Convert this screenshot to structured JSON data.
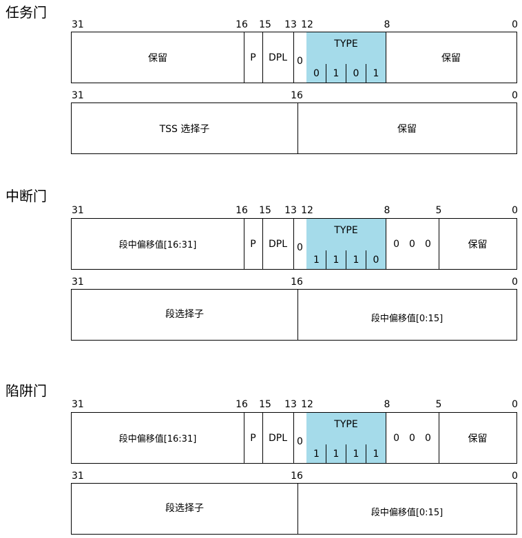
{
  "task_gate": {
    "title": "任务门",
    "high": {
      "bits": [
        "31",
        "16",
        "15",
        "13",
        "12",
        "8",
        "0"
      ],
      "fields": {
        "reserved_left": "保留",
        "p": "P",
        "dpl": "DPL",
        "zero": "0",
        "type_label": "TYPE",
        "reserved_right": "保留"
      },
      "type_bits": [
        "0",
        "1",
        "0",
        "1"
      ]
    },
    "low": {
      "bits": [
        "31",
        "16",
        "0"
      ],
      "fields": {
        "selector": "TSS 选择子",
        "reserved": "保留"
      }
    }
  },
  "interrupt_gate": {
    "title": "中断门",
    "high": {
      "bits": [
        "31",
        "16",
        "15",
        "13",
        "12",
        "8",
        "5",
        "0"
      ],
      "fields": {
        "offset_high": "段中偏移值[16:31]",
        "p": "P",
        "dpl": "DPL",
        "zero": "0",
        "type_label": "TYPE",
        "zeros": [
          "0",
          "0",
          "0"
        ],
        "reserved": "保留"
      },
      "type_bits": [
        "1",
        "1",
        "1",
        "0"
      ]
    },
    "low": {
      "bits": [
        "31",
        "16",
        "0"
      ],
      "fields": {
        "selector": "段选择子",
        "offset_low": "段中偏移值[0:15]"
      }
    }
  },
  "trap_gate": {
    "title": "陷阱门",
    "high": {
      "bits": [
        "31",
        "16",
        "15",
        "13",
        "12",
        "8",
        "5",
        "0"
      ],
      "fields": {
        "offset_high": "段中偏移值[16:31]",
        "p": "P",
        "dpl": "DPL",
        "zero": "0",
        "type_label": "TYPE",
        "zeros": [
          "0",
          "0",
          "0"
        ],
        "reserved": "保留"
      },
      "type_bits": [
        "1",
        "1",
        "1",
        "1"
      ]
    },
    "low": {
      "bits": [
        "31",
        "16",
        "0"
      ],
      "fields": {
        "selector": "段选择子",
        "offset_low": "段中偏移值[0:15]"
      }
    }
  },
  "colors": {
    "type_fill": "#a5dbea",
    "border": "#000000"
  }
}
